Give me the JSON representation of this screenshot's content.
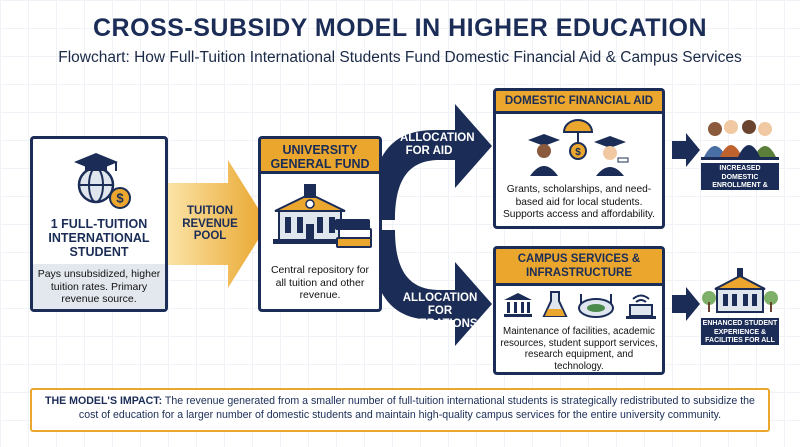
{
  "header": {
    "title": "CROSS-SUBSIDY MODEL IN HIGHER EDUCATION",
    "subtitle": "Flowchart: How Full-Tuition International Students Fund Domestic Financial Aid & Campus Services"
  },
  "student": {
    "label": "1 FULL-TUITION INTERNATIONAL STUDENT",
    "description": "Pays unsubsidized, higher tuition rates. Primary revenue source."
  },
  "pool": {
    "label": "TUITION REVENUE POOL"
  },
  "fund": {
    "title": "UNIVERSITY GENERAL FUND",
    "description": "Central repository for all tuition and other revenue."
  },
  "allocations": {
    "aid": "ALLOCATION FOR AID",
    "operations": "ALLOCATION FOR OPERATIONS"
  },
  "aid": {
    "title": "DOMESTIC FINANCIAL AID",
    "description": "Grants, scholarships, and need-based aid for local students. Supports access and affordability."
  },
  "services": {
    "title": "CAMPUS SERVICES & INFRASTRUCTURE",
    "description": "Maintenance of facilities, academic resources, student support services, research equipment, and technology."
  },
  "outcomes": {
    "enrollment": "INCREASED DOMESTIC ENROLLMENT & ACCESS",
    "experience": "ENHANCED STUDENT EXPERIENCE & FACILITIES FOR ALL"
  },
  "impact": {
    "label": "THE MODEL'S IMPACT:",
    "text": "The revenue generated from a smaller number of full-tuition international students is strategically redistributed to subsidize the cost of education for a larger number of domestic students and maintain high-quality campus services for the entire university community."
  },
  "colors": {
    "navy": "#1b2d57",
    "gold": "#eba72d",
    "light": "#e3e8ee"
  },
  "icons": [
    "graduation-cap-globe-icon",
    "dollar-coin-icon",
    "university-building-icon",
    "book-stack-icon",
    "students-umbrella-icon",
    "museum-icon",
    "flask-icon",
    "stadium-icon",
    "wifi-laptop-icon",
    "people-group-icon",
    "campus-building-icon"
  ]
}
